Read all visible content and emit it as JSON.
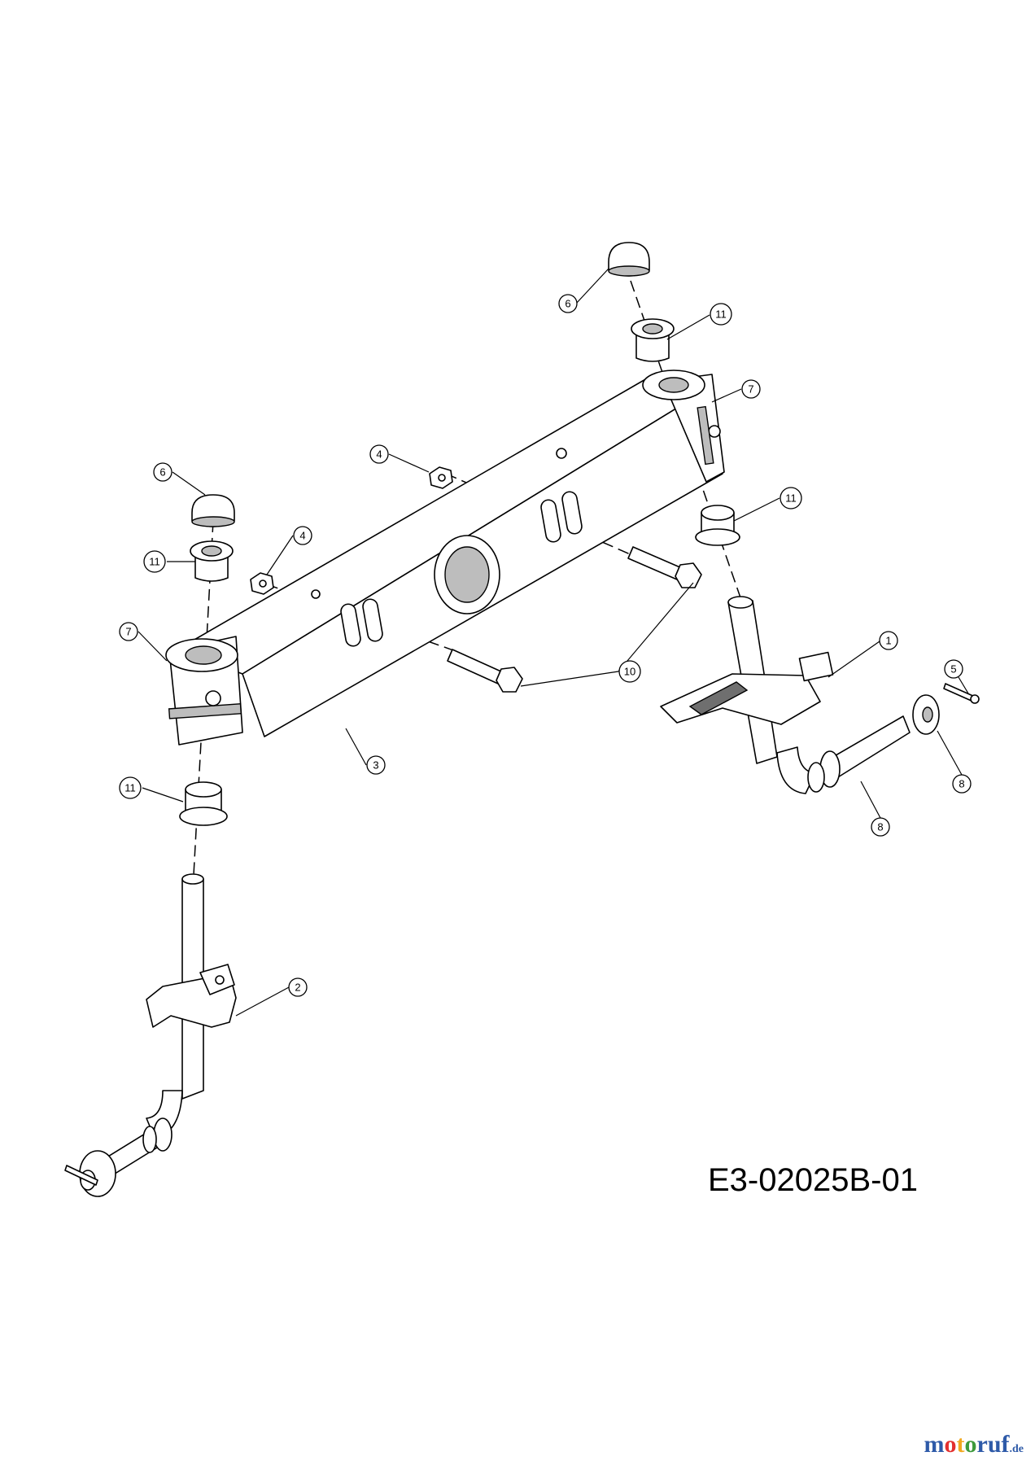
{
  "diagram": {
    "drawing_code": "E3-02025B-01",
    "callouts": [
      {
        "id": "callout-1",
        "label": "1"
      },
      {
        "id": "callout-2",
        "label": "2"
      },
      {
        "id": "callout-3",
        "label": "3"
      },
      {
        "id": "callout-4a",
        "label": "4"
      },
      {
        "id": "callout-4b",
        "label": "4"
      },
      {
        "id": "callout-5",
        "label": "5"
      },
      {
        "id": "callout-6a",
        "label": "6"
      },
      {
        "id": "callout-6b",
        "label": "6"
      },
      {
        "id": "callout-7a",
        "label": "7"
      },
      {
        "id": "callout-7b",
        "label": "7"
      },
      {
        "id": "callout-8a",
        "label": "8"
      },
      {
        "id": "callout-8b",
        "label": "8"
      },
      {
        "id": "callout-10",
        "label": "10"
      },
      {
        "id": "callout-11a",
        "label": "11"
      },
      {
        "id": "callout-11b",
        "label": "11"
      },
      {
        "id": "callout-11c",
        "label": "11"
      },
      {
        "id": "callout-11d",
        "label": "11"
      }
    ]
  },
  "watermark": {
    "parts": [
      "m",
      "o",
      "t",
      "o",
      "ruf"
    ],
    "suffix": ".de"
  }
}
